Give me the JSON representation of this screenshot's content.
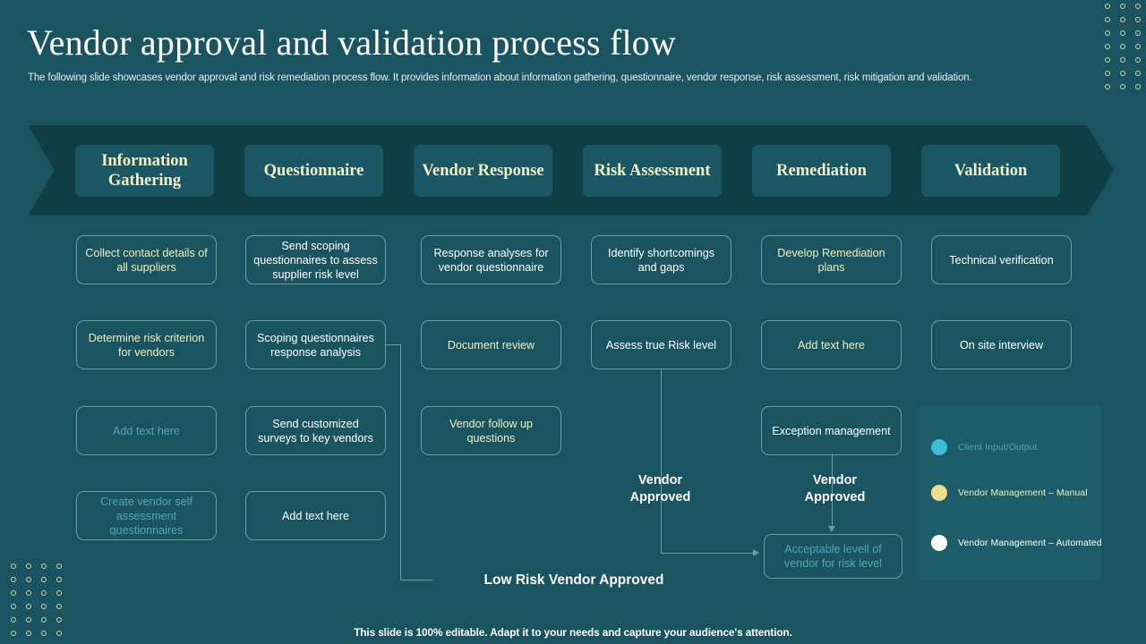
{
  "header": {
    "title": "Vendor approval and validation process flow",
    "subtitle": "The following slide showcases vendor approval and risk remediation process flow. It provides information about information gathering, questionnaire, vendor response, risk assessment, risk mitigation and validation."
  },
  "stages": [
    {
      "label": "Information Gathering"
    },
    {
      "label": "Questionnaire"
    },
    {
      "label": "Vendor Response"
    },
    {
      "label": "Risk Assessment"
    },
    {
      "label": "Remediation"
    },
    {
      "label": "Validation"
    }
  ],
  "columns": [
    {
      "stage": "Information Gathering",
      "nodes": [
        {
          "text": "Collect contact details of all suppliers",
          "color": "yellow"
        },
        {
          "text": "Determine risk criterion for vendors",
          "color": "yellow"
        },
        {
          "text": "Add text here",
          "color": "cyan"
        },
        {
          "text": "Create vendor  self assessment questionnaires",
          "color": "cyan"
        }
      ]
    },
    {
      "stage": "Questionnaire",
      "nodes": [
        {
          "text": "Send scoping questionnaires  to assess supplier risk level",
          "color": "white"
        },
        {
          "text": "Scoping questionnaires response analysis",
          "color": "white"
        },
        {
          "text": "Send customized surveys to key vendors",
          "color": "white"
        },
        {
          "text": "Add text here",
          "color": "white"
        }
      ]
    },
    {
      "stage": "Vendor Response",
      "nodes": [
        {
          "text": "Response analyses for vendor  questionnaire",
          "color": "white"
        },
        {
          "text": "Document review",
          "color": "yellow"
        },
        {
          "text": "Vendor follow up questions",
          "color": "yellow"
        }
      ]
    },
    {
      "stage": "Risk Assessment",
      "nodes": [
        {
          "text": "Identify shortcomings and gaps",
          "color": "white"
        },
        {
          "text": "Assess true Risk level",
          "color": "white"
        }
      ]
    },
    {
      "stage": "Remediation",
      "nodes": [
        {
          "text": "Develop Remediation  plans",
          "color": "yellow"
        },
        {
          "text": "Add text here",
          "color": "yellow"
        },
        {
          "text": "Exception management",
          "color": "white"
        },
        {
          "text": "Acceptable levell  of vendor  for risk level",
          "color": "cyan"
        }
      ]
    },
    {
      "stage": "Validation",
      "nodes": [
        {
          "text": "Technical verification",
          "color": "white"
        },
        {
          "text": "On site interview",
          "color": "white"
        }
      ]
    }
  ],
  "flow_labels": {
    "risk_approved": "Vendor Approved",
    "remediation_approved": "Vendor Approved",
    "low_risk_approved": "Low Risk Vendor Approved"
  },
  "legend": {
    "items": [
      {
        "label": "Client Input/Output",
        "color": "#3dbcd6",
        "text_color": "#52a7b8"
      },
      {
        "label": "Vendor Management – Manual",
        "color": "#f0dc8c",
        "text_color": "#eeeec2"
      },
      {
        "label": "Vendor Management – Automated",
        "color": "#ffffff",
        "text_color": "#ffffff"
      }
    ]
  },
  "footer": {
    "note": "This slide is 100% editable. Adapt it to your needs and capture your audience's attention."
  },
  "theme": {
    "background": "#195460",
    "banner": "#103e47",
    "stage_box": "#1b5664",
    "border": "#6f9ba3",
    "legend_panel": "#1d5d69"
  }
}
